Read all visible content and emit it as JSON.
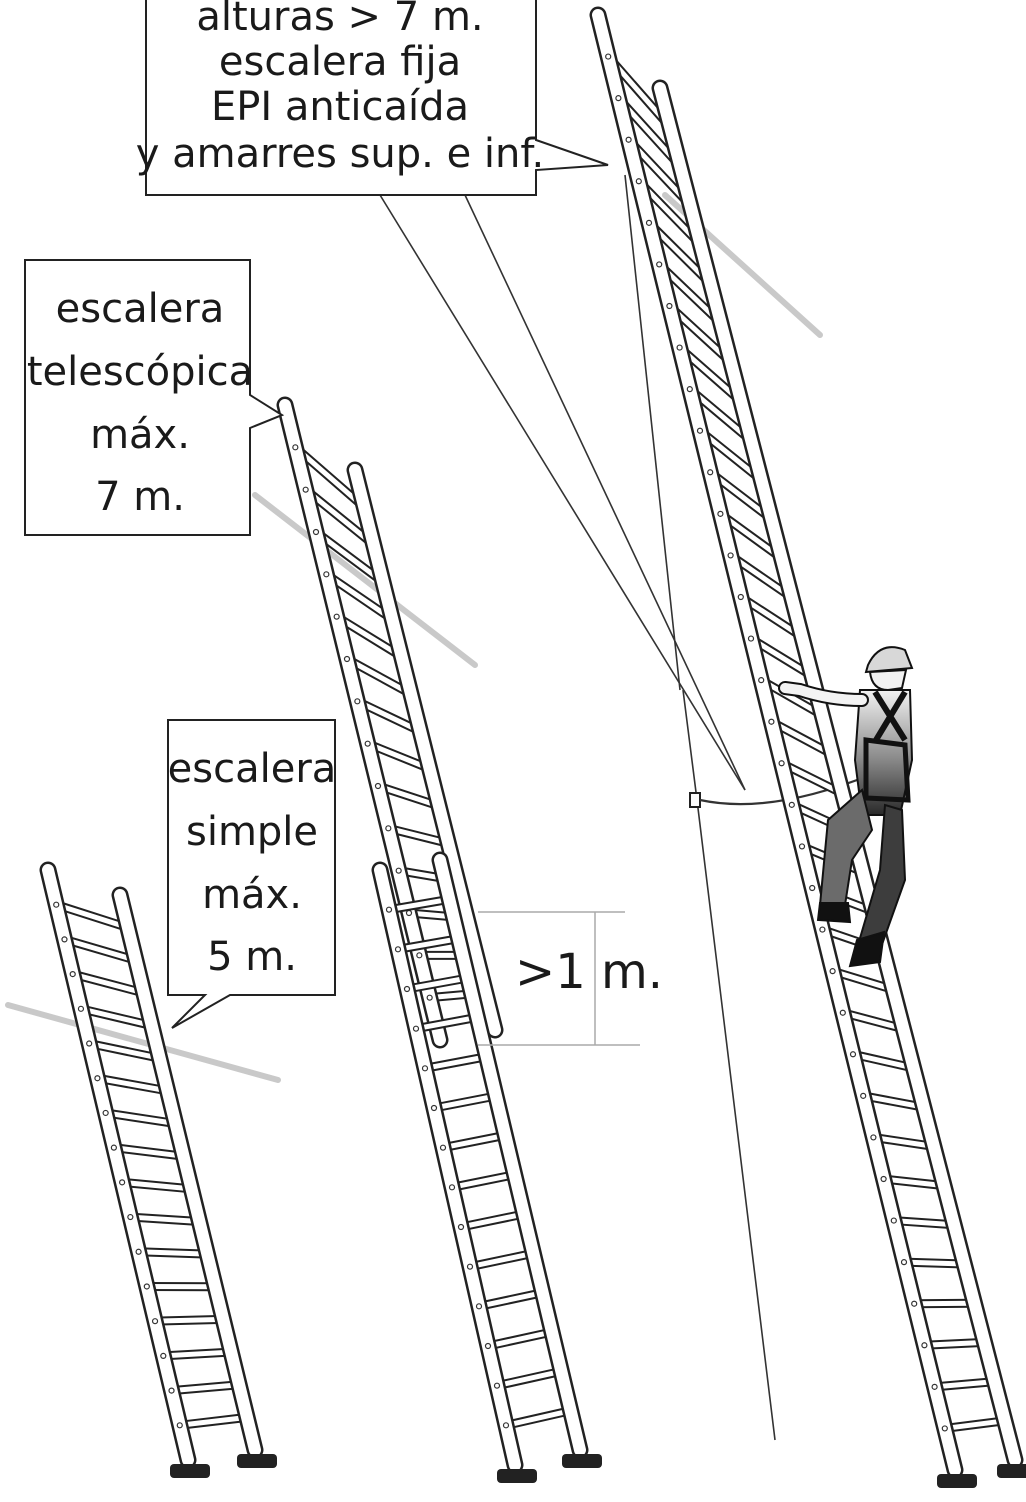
{
  "callouts": {
    "fixed": {
      "lines": [
        "alturas > 7 m.",
        "escalera fija",
        "EPI anticaída",
        "y amarres sup. e inf."
      ]
    },
    "telescopic": {
      "lines": [
        "escalera",
        "telescópica",
        "máx.",
        "7 m."
      ]
    },
    "simple": {
      "lines": [
        "escalera",
        "simple",
        "máx.",
        "5 m."
      ]
    }
  },
  "overlap": {
    "label": ">1 m."
  }
}
